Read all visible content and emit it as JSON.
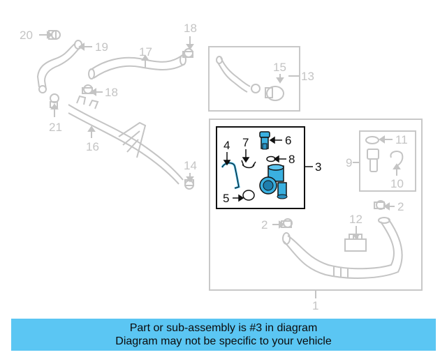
{
  "callouts": {
    "c1": "1",
    "c2a": "2",
    "c2b": "2",
    "c3": "3",
    "c4": "4",
    "c5": "5",
    "c6": "6",
    "c7": "7",
    "c8": "8",
    "c9": "9",
    "c10": "10",
    "c11": "11",
    "c12": "12",
    "c13": "13",
    "c14": "14",
    "c15": "15",
    "c16": "16",
    "c17": "17",
    "c18a": "18",
    "c18b": "18",
    "c19": "19",
    "c20": "20",
    "c21": "21"
  },
  "banner": {
    "line1": "Part or sub-assembly is #3 in diagram",
    "line2": "Diagram may not be specific to your vehicle"
  },
  "colors": {
    "highlight": "#5bc6f3",
    "part_highlight": "#3ab0e0",
    "faint": "#c4c4c4",
    "dark": "#111111"
  }
}
